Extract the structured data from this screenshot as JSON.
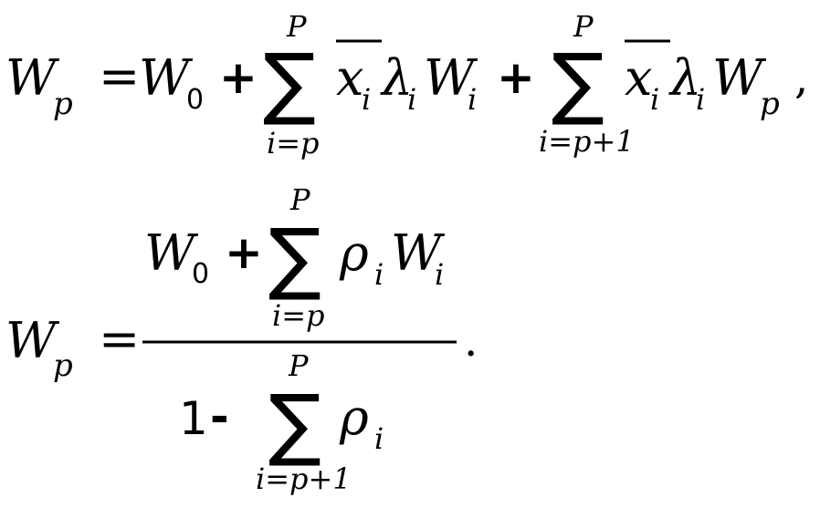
{
  "equation_1": {
    "lhs_var": "W",
    "lhs_sub": "p",
    "equals": "=",
    "w0_var": "W",
    "w0_sub": "0",
    "plus_1": "+",
    "sum_1": {
      "symbol": "∑",
      "upper": "P",
      "lower": "i=p"
    },
    "term_1": {
      "x_var": "x",
      "x_sub": "i",
      "lambda": "λ",
      "lambda_sub": "i",
      "w_var": "W",
      "w_sub": "i"
    },
    "plus_2": "+",
    "sum_2": {
      "symbol": "∑",
      "upper": "P",
      "lower": "i=p+1"
    },
    "term_2": {
      "x_var": "x",
      "x_sub": "i",
      "lambda": "λ",
      "lambda_sub": "i",
      "w_var": "W",
      "w_sub": "p"
    },
    "comma": ","
  },
  "equation_2": {
    "lhs_var": "W",
    "lhs_sub": "p",
    "equals": "=",
    "numerator": {
      "w0_var": "W",
      "w0_sub": "0",
      "plus": "+",
      "sum": {
        "symbol": "∑",
        "upper": "P",
        "lower": "i=p"
      },
      "rho": "ρ",
      "rho_sub": "i",
      "w_var": "W",
      "w_sub": "i"
    },
    "denominator": {
      "one": "1",
      "minus": "-",
      "sum": {
        "symbol": "∑",
        "upper": "P",
        "lower": "i=p+1"
      },
      "rho": "ρ",
      "rho_sub": "i"
    },
    "period": "."
  }
}
